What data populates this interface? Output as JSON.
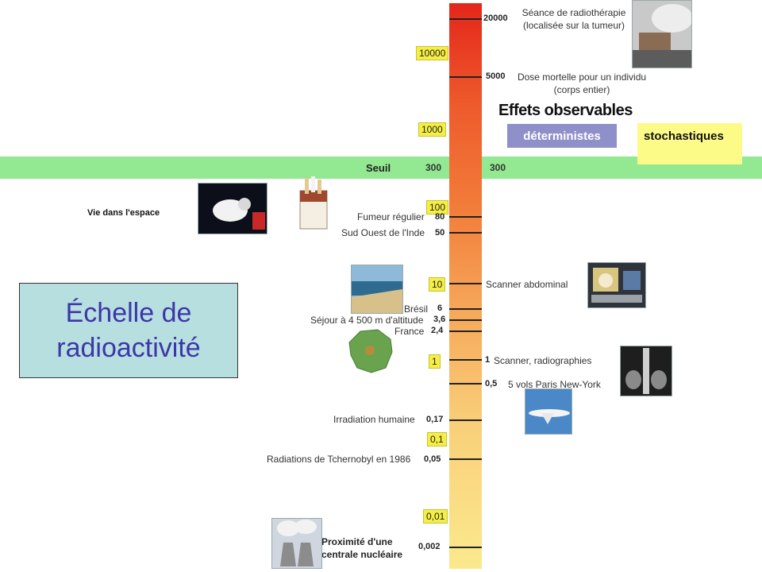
{
  "title": "Échelle de radioactivité",
  "legend": {
    "heading": "Effets observables",
    "deterministic": "déterministes",
    "stochastic": "stochastiques",
    "colors": {
      "deterministic": "#8f8fc9",
      "stochastic": "#fdfb88"
    }
  },
  "threshold": {
    "label": "Seuil",
    "left_value": "300",
    "right_value": "300",
    "color": "#6ee26e"
  },
  "yellow_labels": [
    "10000",
    "1000",
    "100",
    "10",
    "1",
    "0,1",
    "0,01"
  ],
  "bar_gradient": {
    "top": "#e4261b",
    "bottom": "#fbe98e"
  },
  "right_items": [
    {
      "value": "20000",
      "text": "Séance de radiothérapie (localisée sur la tumeur)"
    },
    {
      "value": "5000",
      "text": "Dose mortelle pour un individu (corps entier)"
    },
    {
      "value": "",
      "text": "Scanner abdominal"
    },
    {
      "value": "1",
      "text": "Scanner, radiographies"
    },
    {
      "value": "0,5",
      "text": "5 vols Paris New-York"
    }
  ],
  "left_items": [
    {
      "value": "80",
      "text": "Fumeur régulier"
    },
    {
      "value": "50",
      "text": "Sud Ouest de l'Inde"
    },
    {
      "value": "6",
      "text": "Brésil"
    },
    {
      "value": "3,6",
      "text": "Séjour à 4 500 m d'altitude"
    },
    {
      "value": "2,4",
      "text": "France"
    },
    {
      "value": "0,17",
      "text": "Irradiation humaine"
    },
    {
      "value": "0,05",
      "text": "Radiations de Tchernobyl en 1986"
    },
    {
      "value": "0,002",
      "text": "Proximité d'une centrale nucléaire"
    }
  ],
  "space_label": "Vie dans l'espace"
}
